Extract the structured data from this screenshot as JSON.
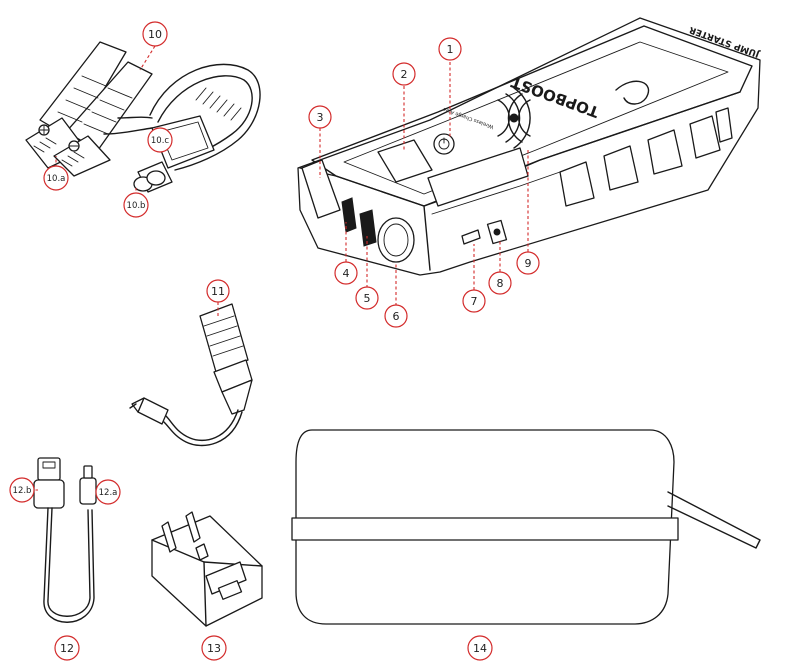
{
  "figure": {
    "callouts": [
      {
        "id": "1",
        "label": "1"
      },
      {
        "id": "2",
        "label": "2"
      },
      {
        "id": "3",
        "label": "3"
      },
      {
        "id": "4",
        "label": "4"
      },
      {
        "id": "5",
        "label": "5"
      },
      {
        "id": "6",
        "label": "6"
      },
      {
        "id": "7",
        "label": "7"
      },
      {
        "id": "8",
        "label": "8"
      },
      {
        "id": "9",
        "label": "9"
      },
      {
        "id": "10",
        "label": "10"
      },
      {
        "id": "10a",
        "label": "10.a"
      },
      {
        "id": "10b",
        "label": "10.b"
      },
      {
        "id": "10c",
        "label": "10.c"
      },
      {
        "id": "11",
        "label": "11"
      },
      {
        "id": "12",
        "label": "12"
      },
      {
        "id": "12a",
        "label": "12.a"
      },
      {
        "id": "12b",
        "label": "12.b"
      },
      {
        "id": "13",
        "label": "13"
      },
      {
        "id": "14",
        "label": "14"
      }
    ],
    "device_brand": "TOPBOOST",
    "device_model": "JUMP STARTER",
    "device_small_text": "Wireless Charge Area"
  }
}
